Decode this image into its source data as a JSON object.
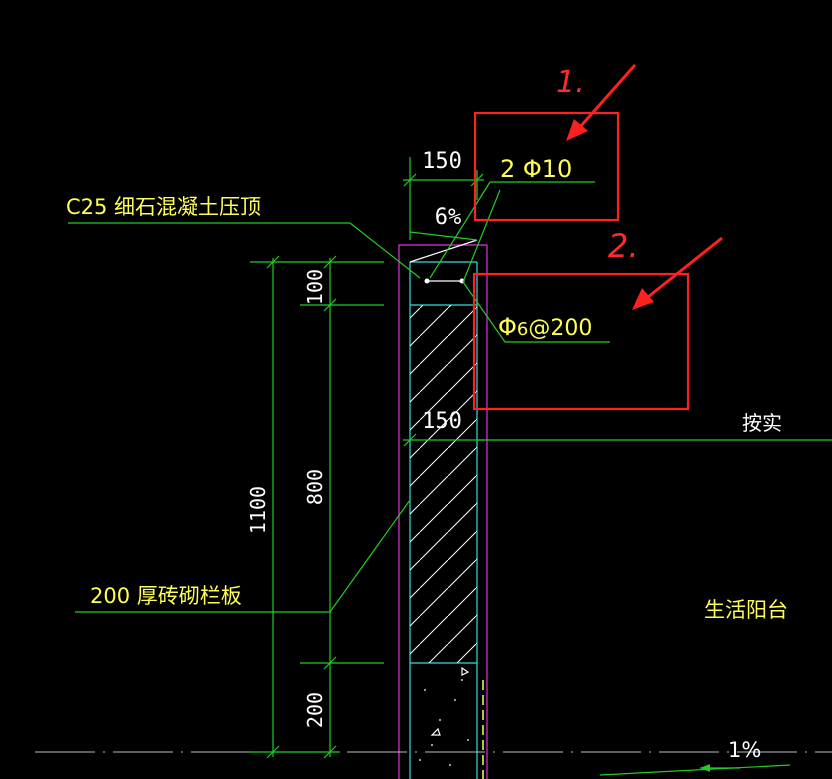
{
  "labels": {
    "coping": "C25 细石混凝土压顶",
    "parapet": "200 厚砖砌栏板",
    "balcony": "生活阳台",
    "aside": "按实",
    "rebar_main": "2 Φ10",
    "rebar_dist_symbol": "Φ",
    "rebar_dist_size": "6",
    "rebar_dist_spacing": "@200",
    "slope_top": "6%",
    "slope_floor": "1%"
  },
  "dimensions": {
    "width_top": "150",
    "width_mid": "150",
    "h_100": "100",
    "h_800": "800",
    "h_200": "200",
    "h_1100": "1100"
  },
  "annotations": {
    "mark1": "1.",
    "mark2": "2."
  },
  "colors": {
    "background": "#000000",
    "dimension_lines": "#22cc22",
    "outline_cyan": "#33dddd",
    "outline_magenta": "#dd33dd",
    "text_yellow": "#ffff55",
    "text_white": "#ffffff",
    "markup_red": "#ff2020"
  }
}
